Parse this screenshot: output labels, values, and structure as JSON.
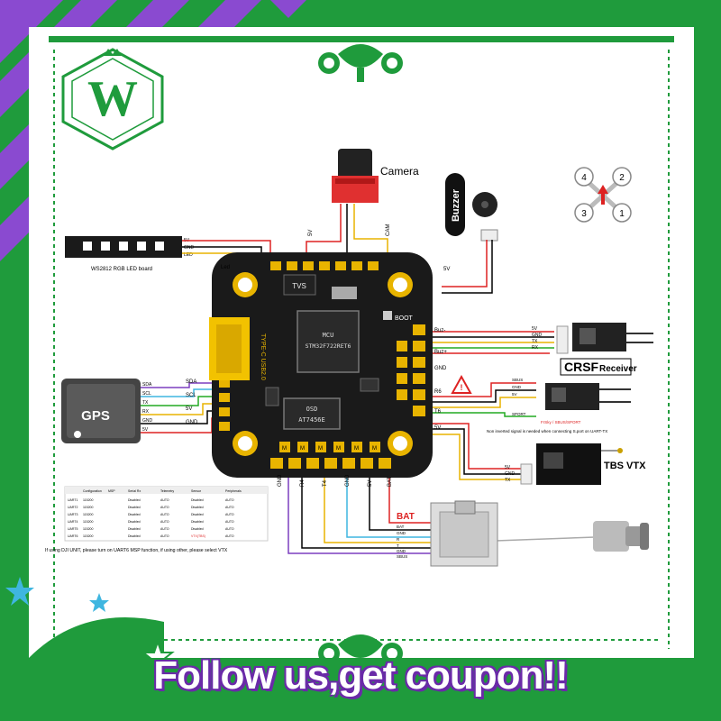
{
  "logo": {
    "letter": "W"
  },
  "camera": {
    "label": "Camera",
    "wires": [
      "5V",
      "GND",
      "CAM"
    ]
  },
  "buzzer": {
    "label": "Buzzer",
    "wires": [
      "BUZ+",
      "BUZ-"
    ]
  },
  "led_board": {
    "label": "WS2812 RGB LED board",
    "wires": [
      "5V",
      "GND",
      "LED"
    ]
  },
  "motors": {
    "numbers": [
      "4",
      "2",
      "3",
      "1"
    ]
  },
  "board": {
    "mcu_label": "MCU",
    "mcu_part": "STM32F722RET6",
    "osd_label": "OSD",
    "osd_part": "AT7456E",
    "tvs": "TVS",
    "boot": "BOOT",
    "usb": "TYPE-C USB2.0",
    "pad_labels": {
      "top": [
        "Led",
        "5V",
        "CAM",
        "5V"
      ],
      "right": [
        "Buz-",
        "Buz+",
        "GND",
        "R6",
        "T6",
        "5V"
      ],
      "left": [
        "SDA",
        "SCL",
        "5V",
        "GND"
      ],
      "bottom": [
        "GND",
        "R4",
        "T4",
        "GND",
        "5V",
        "BAT"
      ],
      "bottom_pads": [
        "M",
        "M",
        "M",
        "M",
        "M",
        "M"
      ]
    }
  },
  "gps": {
    "label": "GPS",
    "wires": [
      "SDA",
      "SCL",
      "TX",
      "RX",
      "GND",
      "5V"
    ]
  },
  "crsf": {
    "label": "CRSF",
    "sublabel": "Receiver",
    "wires": [
      "5V",
      "GND",
      "TX",
      "RX"
    ]
  },
  "frsky": {
    "wires": [
      "SBUS",
      "GND",
      "5V",
      "SPORT"
    ],
    "title": "FrSky / SBUS/SPORT",
    "note": "Non inverted signal is needed when connecting S.port on UART-TX"
  },
  "tbs": {
    "label": "TBS VTX",
    "wires": [
      "5V",
      "GND",
      "TX"
    ]
  },
  "dji": {
    "bat_label": "BAT",
    "wires": [
      "BAT",
      "GND",
      "R",
      "T",
      "GND",
      "SBUS"
    ]
  },
  "table": {
    "headers": [
      "",
      "Configuration",
      "MSP",
      "Serial Rx",
      "Telemetry",
      "Sensor",
      "Peripherals"
    ],
    "rows": [
      [
        "UART1",
        "115200",
        "",
        "Disabled",
        "AUTO",
        "Disabled",
        "AUTO"
      ],
      [
        "UART2",
        "115200",
        "",
        "Disabled",
        "AUTO",
        "Disabled",
        "AUTO"
      ],
      [
        "UART3",
        "115200",
        "",
        "Disabled",
        "AUTO",
        "Disabled",
        "AUTO"
      ],
      [
        "UART4",
        "115200",
        "",
        "Disabled",
        "AUTO",
        "Disabled",
        "AUTO"
      ],
      [
        "UART5",
        "115200",
        "",
        "Disabled",
        "AUTO",
        "Disabled",
        "AUTO"
      ],
      [
        "UART6",
        "115200",
        "",
        "Disabled",
        "AUTO",
        "VTX(TBS)",
        "AUTO"
      ]
    ],
    "note": "If using DJI UNIT, please turn on UART6 MSP function, if using other, please select VTX"
  },
  "banner": {
    "text": "Follow us,get coupon!!"
  },
  "colors": {
    "green": "#1f9b3c",
    "purple": "#7c3fbf",
    "board": "#1a1a1a",
    "pad": "#e8b400"
  }
}
